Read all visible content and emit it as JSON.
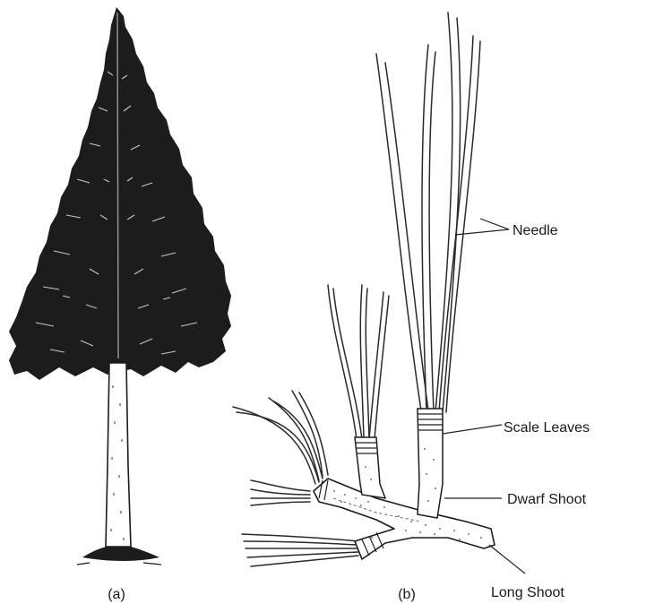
{
  "labels": {
    "panel_a": "(a)",
    "panel_b": "(b)",
    "needle": "Needle",
    "scale_leaves": "Scale Leaves",
    "dwarf_shoot": "Dwarf Shoot",
    "long_shoot": "Long Shoot"
  },
  "colors": {
    "ink": "#1c1c1c",
    "background": "#ffffff"
  }
}
